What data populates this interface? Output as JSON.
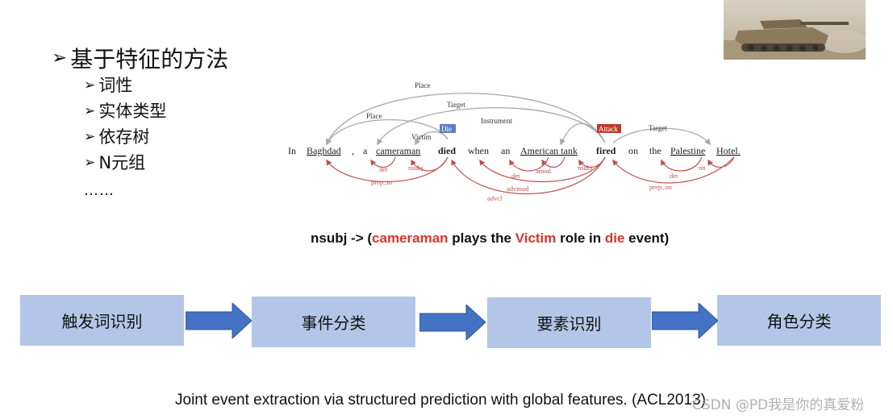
{
  "slide": {
    "main_bullet": "基于特征的方法",
    "sub_bullets": [
      "词性",
      "实体类型",
      "依存树",
      "N元组"
    ],
    "ellipsis": "……",
    "bullet_icon": "right-triangle-arrow"
  },
  "diagram": {
    "words": [
      "In",
      "Baghdad",
      ",",
      "a",
      "cameraman",
      "died",
      "when",
      "an",
      "American tank",
      "fired",
      "on",
      "the",
      "Palestine",
      "Hotel."
    ],
    "trigger_die": "Die",
    "trigger_attack": "Attack",
    "role_labels": {
      "place_top": "Place",
      "target_top": "Target",
      "place": "Place",
      "victim": "Victim",
      "instrument": "Instrument",
      "target_right": "Target"
    },
    "dep_labels": {
      "det1": "det",
      "nsubj1": "nsubj",
      "prep_in": "prep_in",
      "det2": "det",
      "amod": "amod",
      "nsubj2": "nsubj",
      "advmod": "advmod",
      "advcl": "advcl",
      "det3": "det",
      "nn": "nn",
      "prep_on": "prep_on"
    },
    "colors": {
      "role_arc": "#a8a8a8",
      "dep_arc": "#c0504d",
      "die_tag": "#5b7fc4",
      "attack_tag": "#c0392b"
    }
  },
  "caption": {
    "p1": "nsubj -> (",
    "r1": "cameraman",
    "p2": " plays the ",
    "r2": "Victim",
    "p3": " role in ",
    "r3": "die",
    "p4": " event)",
    "highlight_color": "#d9352b"
  },
  "pipeline": {
    "steps": [
      "触发词识别",
      "事件分类",
      "要素识别",
      "角色分类"
    ],
    "box_color": "#b4c6e7",
    "arrow_color": "#4472c4"
  },
  "footer": {
    "citation": "Joint event extraction via structured prediction with global features. (ACL2013)"
  },
  "watermark": {
    "text": "CSDN @PD我是你的真爱粉"
  }
}
